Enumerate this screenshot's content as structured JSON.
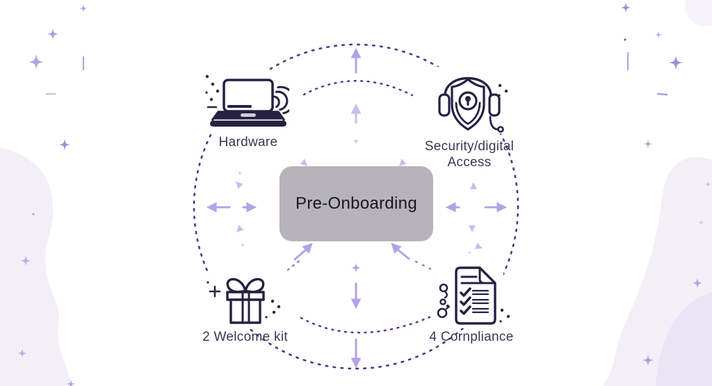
{
  "diagram": {
    "center_label": "Pre-Onboarding",
    "nodes": [
      {
        "id": "hardware",
        "label": "Hardware",
        "icon": "laptop-wifi-icon"
      },
      {
        "id": "security",
        "label": "Security/digital Access",
        "icon": "security-headset-shield-icon"
      },
      {
        "id": "welcome-kit",
        "label": "2 Welcome kit",
        "icon": "gift-box-icon"
      },
      {
        "id": "compliance",
        "label": "4 Cornpliance",
        "icon": "checklist-document-icon"
      }
    ]
  },
  "colors": {
    "background": "#ffffff",
    "center_box": "#b6b3bb",
    "center_text": "#17161d",
    "label_text": "#3b3655",
    "icon_stroke": "#262042",
    "dotted_circle": "#5e2d87",
    "arrow": "#b3a2e5",
    "arrow_light": "#c9bcee",
    "sparkle": "#b0a0e2",
    "blob": "#f2eff8",
    "blob_dark": "#eae5f4"
  }
}
